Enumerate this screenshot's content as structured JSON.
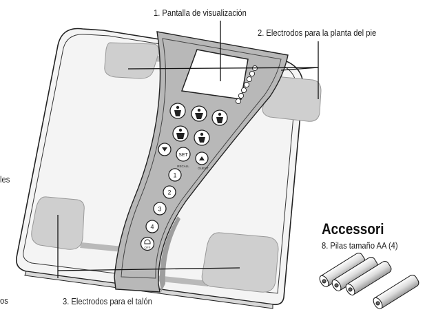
{
  "labels": {
    "display": "1. Pantalla de visualización",
    "ball_electrodes": "2. Electrodos para la planta del pie",
    "heel_electrodes": "3. Electrodos para el talón",
    "cut_left_top": "les",
    "cut_left_bottom": "os"
  },
  "accessories": {
    "heading": "Accessori",
    "item": "8. Pilas tamaño AA (4)"
  },
  "buttons": {
    "set": "SET",
    "recall": "RECALL",
    "guest": "GUEST",
    "off": "OFF",
    "users": [
      "1",
      "2",
      "3",
      "4"
    ]
  }
}
